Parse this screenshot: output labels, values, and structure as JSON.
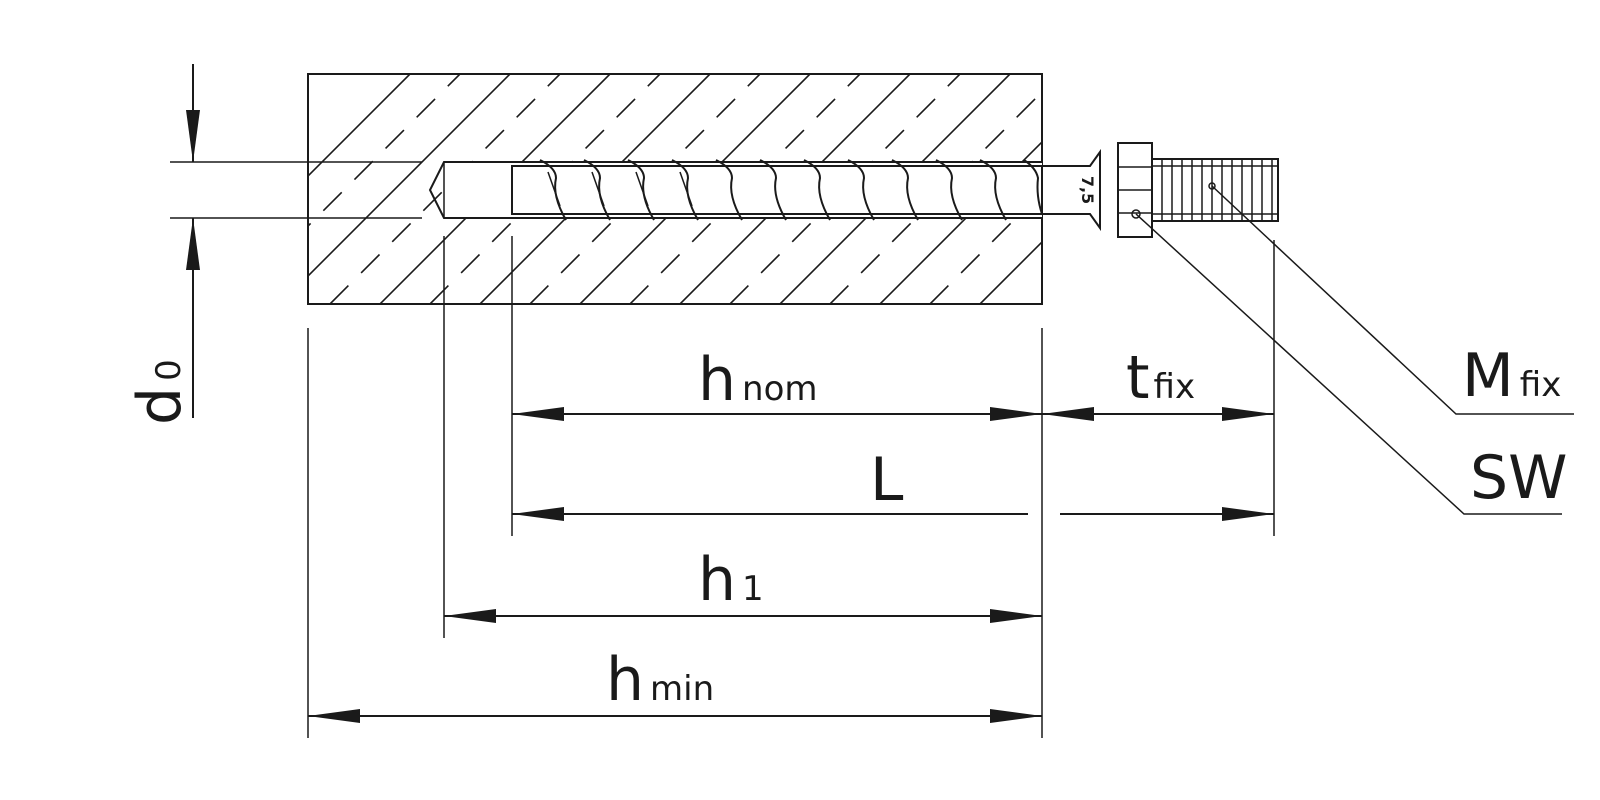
{
  "diagram": {
    "title": "",
    "dimensions": {
      "h_nom": {
        "main": "h",
        "sub": "nom"
      },
      "t_fix": {
        "main": "t",
        "sub": "fix"
      },
      "L": {
        "main": "L"
      },
      "h_1": {
        "main": "h",
        "sub": "1"
      },
      "h_min": {
        "main": "h",
        "sub": "min"
      },
      "d_0": {
        "main": "d",
        "sub": "0"
      }
    },
    "callouts": {
      "M_fix": {
        "main": "M",
        "sub": "fix"
      },
      "SW": {
        "main": "SW"
      }
    },
    "nut_marking": "7,5"
  }
}
